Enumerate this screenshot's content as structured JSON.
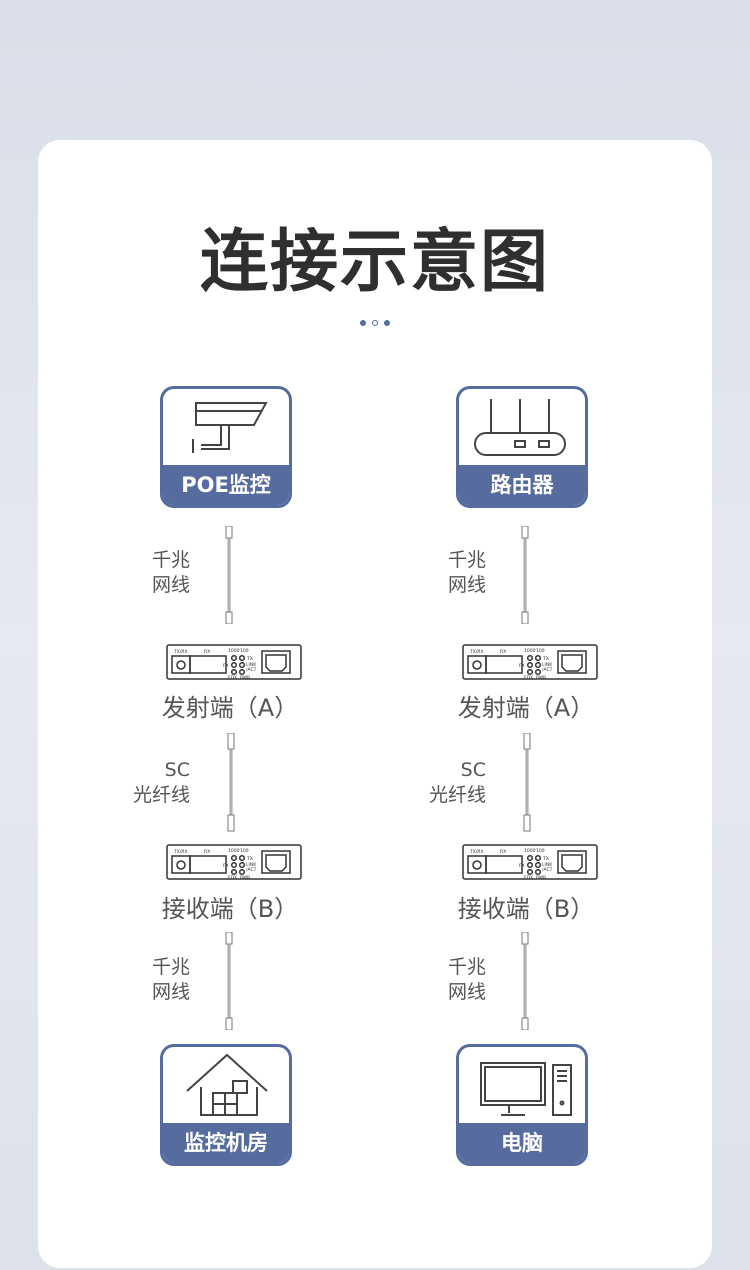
{
  "title": "连接示意图",
  "accent": "#566c9e",
  "left": {
    "top_box": "POE监控",
    "top_icon": "camera-icon",
    "cable1": [
      "千兆",
      "网线"
    ],
    "sender": "发射端（A）",
    "fiber": [
      "SC",
      "光纤线"
    ],
    "receiver": "接收端（B）",
    "cable2": [
      "千兆",
      "网线"
    ],
    "bottom_box": "监控机房",
    "bottom_icon": "house-icon"
  },
  "right": {
    "top_box": "路由器",
    "top_icon": "router-icon",
    "cable1": [
      "千兆",
      "网线"
    ],
    "sender": "发射端（A）",
    "fiber": [
      "SC",
      "光纤线"
    ],
    "receiver": "接收端（B）",
    "cable2": [
      "千兆",
      "网线"
    ],
    "bottom_box": "电脑",
    "bottom_icon": "computer-icon"
  },
  "device": {
    "port1": "TX/RX",
    "port2": "RX",
    "led1": "1000",
    "led2": "100",
    "led3": "FX",
    "led4": "TX",
    "led5": "LINK",
    "led6": "/ACT",
    "led7": "FDX",
    "led8": "PWR"
  }
}
